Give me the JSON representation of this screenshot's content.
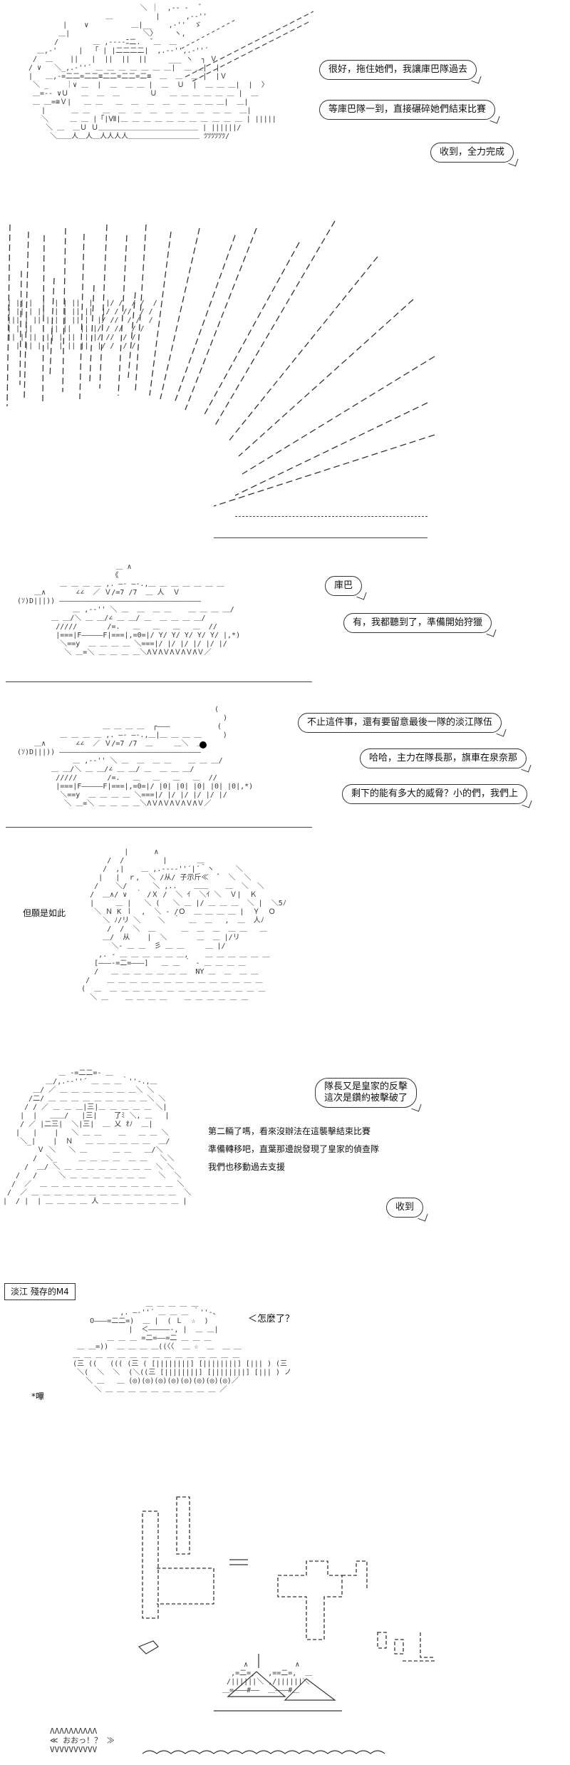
{
  "panel1": {
    "lines": [
      "很好，拖住她們，我讓庫巴隊過去",
      "等庫巴隊一到，直接碾碎她們結束比賽",
      "收到，全力完成"
    ]
  },
  "panel3": {
    "lines": [
      "庫巴",
      "有，我都聽到了，準備開始狩獵"
    ]
  },
  "panel4": {
    "lines": [
      "不止這件事，還有要留意最後一隊的淡江隊伍",
      "哈哈，主力在隊長那，旗車在泉奈那",
      "剩下的能有多大的威脅？小的們，我們上"
    ]
  },
  "panel5": {
    "side_text": "但願是如此"
  },
  "panel6": {
    "bubble_top": [
      "隊長又是皇家的反擊",
      "這次是鑽約被擊破了"
    ],
    "narration": [
      "第二輛了嗎，看來沒辦法在這襲擊結束比賽",
      "準備轉移吧，直葉那邊說發現了皇家的偵查隊",
      "我們也移動過去支援"
    ],
    "reply": "收到"
  },
  "panel7": {
    "caption": "淡江 殘存的M4",
    "question": "＜怎麼了？",
    "sound": "*嗶"
  },
  "panel8": {
    "crowd_left": "ΛΛΛΛΛΛΛΛΛΛ\n≪ おおっ！？ ≫\nVVVVVVVVVV"
  }
}
